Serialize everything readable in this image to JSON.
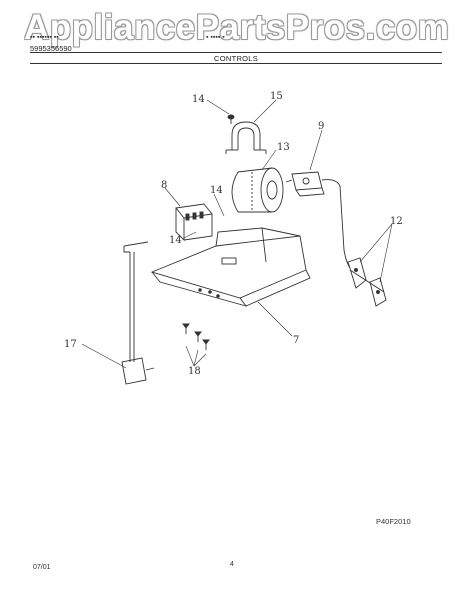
{
  "watermark": "AppliancePartsPros.com",
  "header": {
    "part_number": "5995356590",
    "section_title": "CONTROLS"
  },
  "callouts": [
    "14",
    "15",
    "9",
    "13",
    "8",
    "14",
    "14",
    "12",
    "7",
    "17",
    "18"
  ],
  "figure_code": "P40F2010",
  "footer": {
    "date": "07/01",
    "page_number": "4"
  }
}
